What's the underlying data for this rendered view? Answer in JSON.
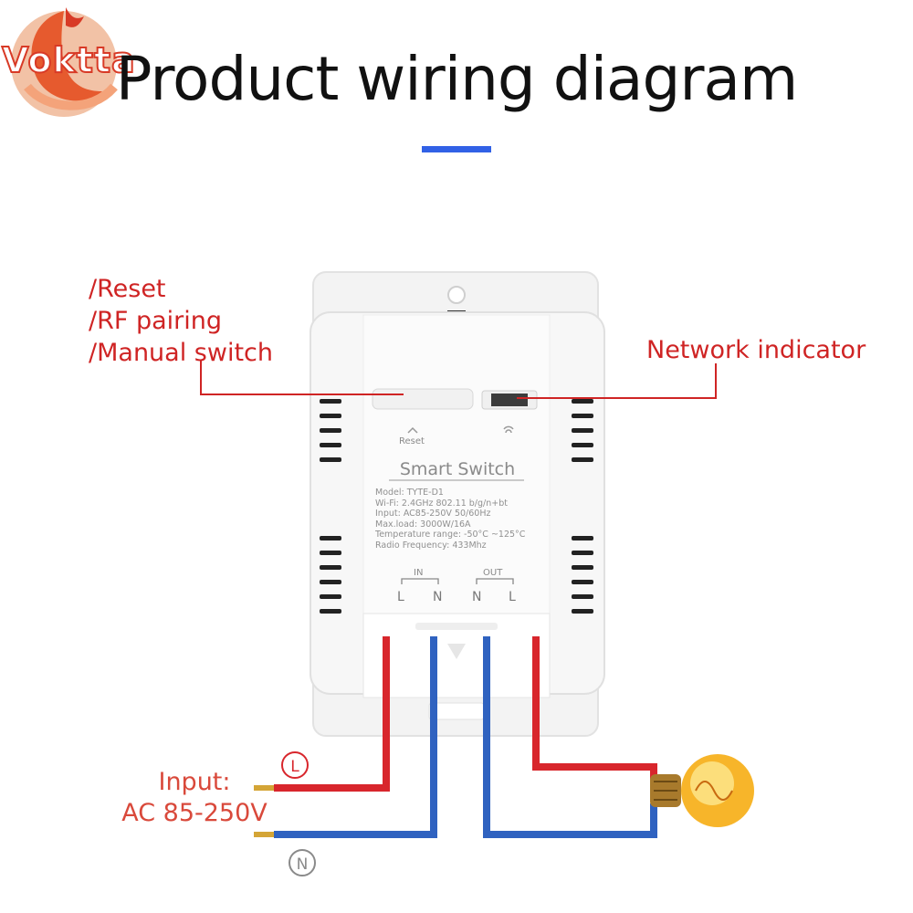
{
  "header": {
    "title": "Product wiring diagram",
    "brand": "Voktta"
  },
  "callouts": {
    "left": [
      "/Reset",
      "/RF pairing",
      "/Manual switch"
    ],
    "right": "Network indicator"
  },
  "device": {
    "reset_label": "Reset",
    "name": "Smart Switch",
    "specs": [
      "Model: TYTE-D1",
      "Wi-Fi: 2.4GHz 802.11 b/g/n+bt",
      "Input: AC85-250V 50/60Hz",
      "Max.load: 3000W/16A",
      "Temperature range: -50°C ~125°C",
      "Radio Frequency: 433Mhz"
    ],
    "in_label": "IN",
    "out_label": "OUT",
    "terminals": [
      "L",
      "N",
      "N",
      "L"
    ]
  },
  "input": {
    "line1": "Input:",
    "line2": "AC 85-250V",
    "live": "L",
    "neutral": "N"
  },
  "colors": {
    "live": "#d8262c",
    "neutral": "#2f62c0",
    "accent": "#3161e6",
    "callout": "#cf2424"
  }
}
